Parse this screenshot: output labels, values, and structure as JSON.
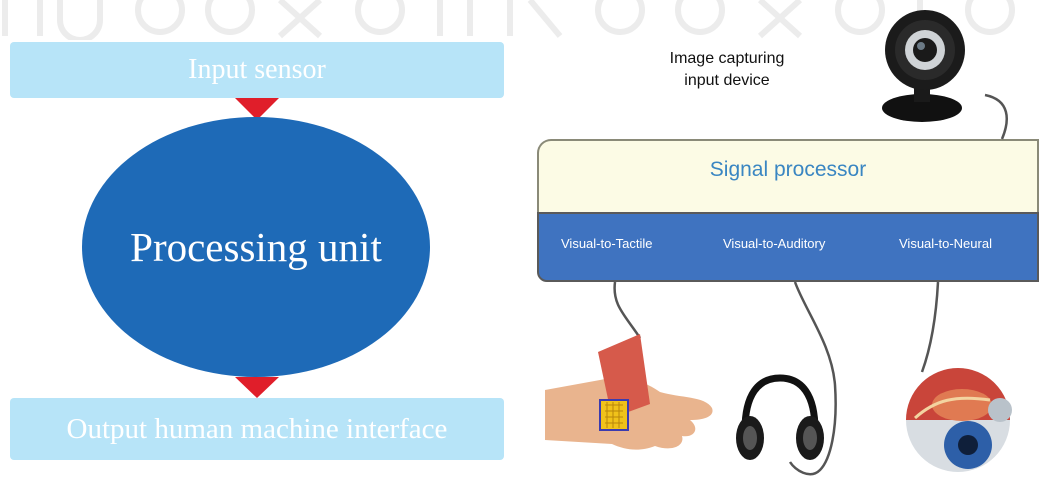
{
  "left_flow": {
    "input_label": "Input sensor",
    "processing_label": "Processing unit",
    "output_label": "Output human machine interface"
  },
  "right_diagram": {
    "device_caption_line1": "Image capturing",
    "device_caption_line2": "input device",
    "processor_label": "Signal processor",
    "modalities": [
      "Visual-to-Tactile",
      "Visual-to-Auditory",
      "Visual-to-Neural"
    ]
  },
  "colors": {
    "light_box": "#b7e4f8",
    "ellipse": "#1e6ab7",
    "arrow": "#e01e2a",
    "processor_panel": "#fcfbe5",
    "modality_panel": "#3f73c0"
  },
  "icons": [
    "webcam-icon",
    "tactile-hand-icon",
    "headphones-icon",
    "eye-implant-icon"
  ]
}
